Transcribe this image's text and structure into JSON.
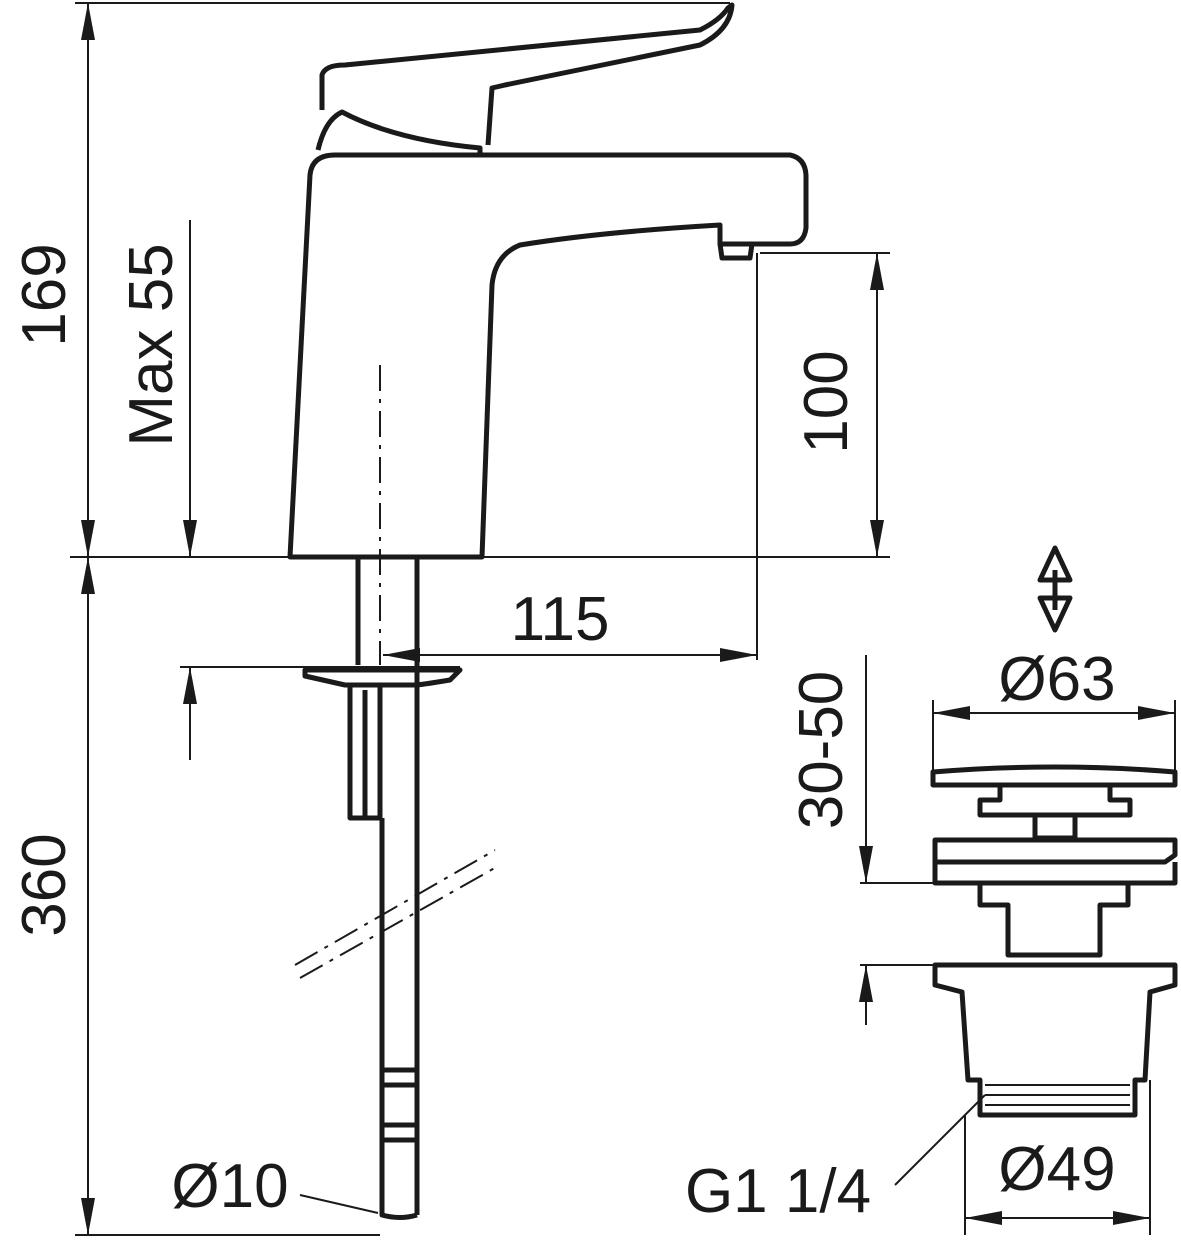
{
  "dimensions": {
    "total_height": "169",
    "max_thickness": "Max 55",
    "spout_height": "100",
    "spout_reach": "115",
    "tail_length": "360",
    "tail_diameter": "Ø10",
    "plug_diameter": "Ø63",
    "plug_stroke": "30-50",
    "waste_diameter": "Ø49",
    "thread": "G1 1/4"
  },
  "colors": {
    "line": "#1a1a1a",
    "background": "#ffffff"
  }
}
